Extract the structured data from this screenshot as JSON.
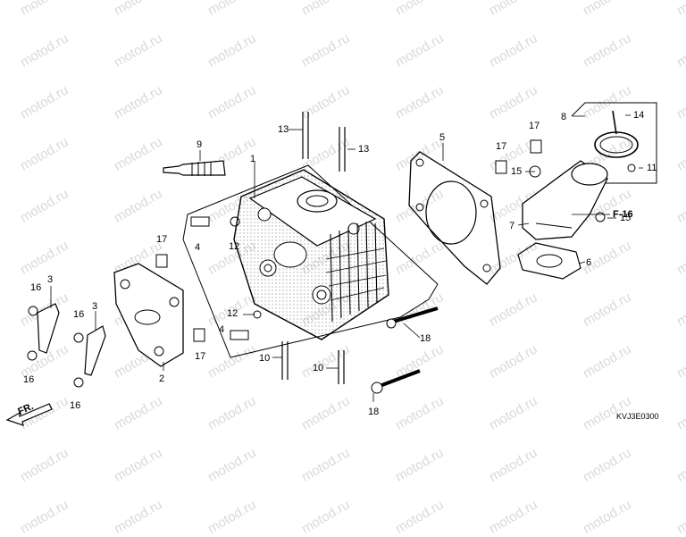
{
  "watermark": "motod.ru",
  "diagram_code": "KVJ3E0300",
  "front_indicator": "FR.",
  "reference_label": "F-16",
  "callouts": {
    "c1": "1",
    "c2": "2",
    "c3a": "3",
    "c3b": "3",
    "c4a": "4",
    "c4b": "4",
    "c5": "5",
    "c6": "6",
    "c7": "7",
    "c8": "8",
    "c9": "9",
    "c10a": "10",
    "c10b": "10",
    "c11": "11",
    "c12a": "12",
    "c12b": "12",
    "c13a": "13",
    "c13b": "13",
    "c14": "14",
    "c15a": "15",
    "c15b": "15",
    "c16a": "16",
    "c16b": "16",
    "c16c": "16",
    "c16d": "16",
    "c17a": "17",
    "c17b": "17",
    "c17c": "17",
    "c17d": "17",
    "c18a": "18",
    "c18b": "18"
  }
}
